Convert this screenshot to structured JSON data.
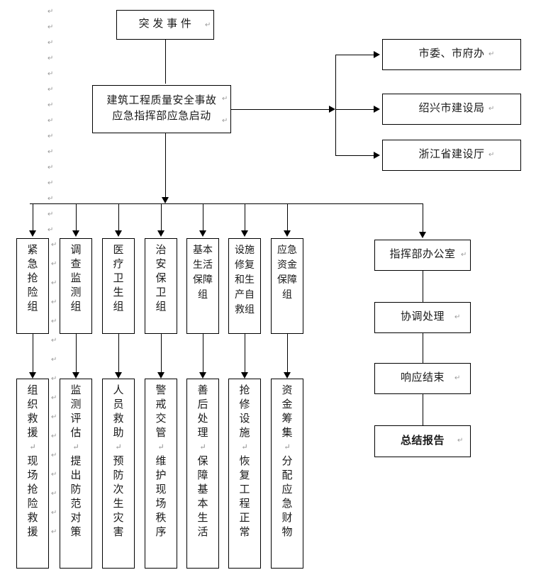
{
  "document": {
    "title": "建筑工程质量安全事故应急指挥流程图",
    "paragraph_mark": "↵",
    "line_color": "#000000",
    "box_border_color": "#000000",
    "text_color": "#1a1a1a",
    "background": "#ffffff"
  },
  "nodes": {
    "incident": {
      "label": "突 发 事 件",
      "mark": "↵"
    },
    "command": {
      "line1": "建筑工程质量安全事故",
      "line2": "应急指挥部应急启动",
      "mark": "↵"
    },
    "notify": [
      {
        "label": "市委、市府办",
        "mark": "↵"
      },
      {
        "label": "绍兴市建设局",
        "mark": "↵"
      },
      {
        "label": "浙江省建设厅",
        "mark": "↵"
      }
    ],
    "office_chain": [
      {
        "label": "指挥部办公室",
        "mark": "↵",
        "bold": false
      },
      {
        "label": "协调处理",
        "mark": "↵",
        "bold": false
      },
      {
        "label": "响应结束",
        "mark": "↵",
        "bold": false
      },
      {
        "label": "总结报告",
        "mark": "↵",
        "bold": true
      }
    ]
  },
  "groups": [
    {
      "name": "紧急抢险组",
      "chars": [
        "紧",
        "急",
        "抢",
        "险",
        "组"
      ],
      "two_per_line": false,
      "task": {
        "name": "组织救援、现场抢险救援",
        "chars": [
          "组",
          "织",
          "救",
          "援",
          "↵",
          "现",
          "场",
          "抢",
          "险",
          "救",
          "援"
        ]
      }
    },
    {
      "name": "调查监测组",
      "chars": [
        "调",
        "查",
        "监",
        "测",
        "组"
      ],
      "two_per_line": false,
      "task": {
        "name": "监测评估、提出防范对策",
        "chars": [
          "监",
          "测",
          "评",
          "估",
          "↵",
          "提",
          "出",
          "防",
          "范",
          "对",
          "策"
        ]
      }
    },
    {
      "name": "医疗卫生组",
      "chars": [
        "医",
        "疗",
        "卫",
        "生",
        "组"
      ],
      "two_per_line": false,
      "task": {
        "name": "人员救助、预防次生灾害",
        "chars": [
          "人",
          "员",
          "救",
          "助",
          "↵",
          "预",
          "防",
          "次",
          "生",
          "灾",
          "害"
        ]
      }
    },
    {
      "name": "治安保卫组",
      "chars": [
        "治",
        "安",
        "保",
        "卫",
        "组"
      ],
      "two_per_line": false,
      "task": {
        "name": "警戒交管、维护现场秩序",
        "chars": [
          "警",
          "戒",
          "交",
          "管",
          "↵",
          "维",
          "护",
          "现",
          "场",
          "秩",
          "序"
        ]
      }
    },
    {
      "name": "基本生活保障组",
      "chars": [
        "基本",
        "生活",
        "保障",
        "组"
      ],
      "two_per_line": true,
      "task": {
        "name": "善后处理、保障基本生活",
        "chars": [
          "善",
          "后",
          "处",
          "理",
          "↵",
          "保",
          "障",
          "基",
          "本",
          "生",
          "活"
        ]
      }
    },
    {
      "name": "设施修复和生产自救组",
      "chars": [
        "设施",
        "修复",
        "和生",
        "产自",
        "救组"
      ],
      "two_per_line": true,
      "task": {
        "name": "抢修设施、恢复工程正常",
        "chars": [
          "抢",
          "修",
          "设",
          "施",
          "↵",
          "恢",
          "复",
          "工",
          "程",
          "正",
          "常"
        ]
      }
    },
    {
      "name": "应急资金保障组",
      "chars": [
        "应急",
        "资金",
        "保障",
        "组"
      ],
      "two_per_line": true,
      "task": {
        "name": "资金筹集、分配应急财物",
        "chars": [
          "资",
          "金",
          "筹",
          "集",
          "↵",
          "分",
          "配",
          "应",
          "急",
          "财",
          "物"
        ]
      }
    }
  ]
}
